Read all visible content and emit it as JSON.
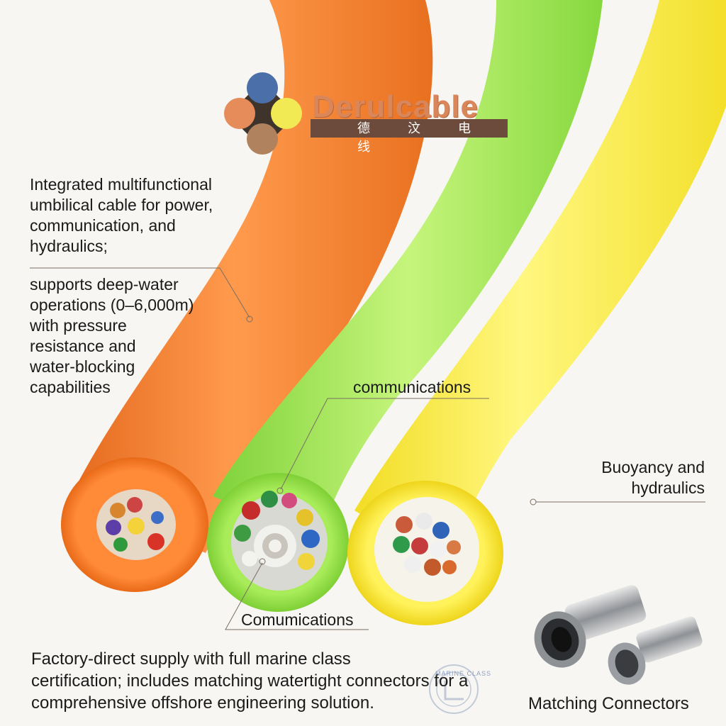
{
  "brand": {
    "name": "Derulcable",
    "chinese_name": "德 汶 电 线",
    "colors": {
      "blue": "#4b6fa8",
      "yellow": "#f1ea55",
      "orange": "#e58c5a",
      "brown": "#b0825d",
      "dark": "#3e342c"
    }
  },
  "headline": {
    "line1": "Integrated multifunctional",
    "line2": "umbilical cable for power,",
    "line3": "communication, and",
    "line4": "hydraulics;"
  },
  "depth_text": {
    "line1": "supports deep-water",
    "line2": "operations (0–6,000m)",
    "line3": "with pressure",
    "line4": "resistance and",
    "line5": "water-blocking",
    "line6": "capabilities"
  },
  "callouts": {
    "top_comm": "communications",
    "buoyancy_line1": "Buoyancy and",
    "buoyancy_line2": "hydraulics",
    "bottom_comm": "Comumications",
    "connectors": "Matching Connectors"
  },
  "footer": {
    "line1": "Factory-direct supply with full marine class",
    "line2": "certification; includes matching watertight connectors for a",
    "line3": "comprehensive offshore engineering solution."
  },
  "seal": {
    "text": "MARINE CLASS"
  },
  "cable_colors": {
    "orange": "#f3813a",
    "green": "#9be04e",
    "yellow": "#f5e93c"
  }
}
